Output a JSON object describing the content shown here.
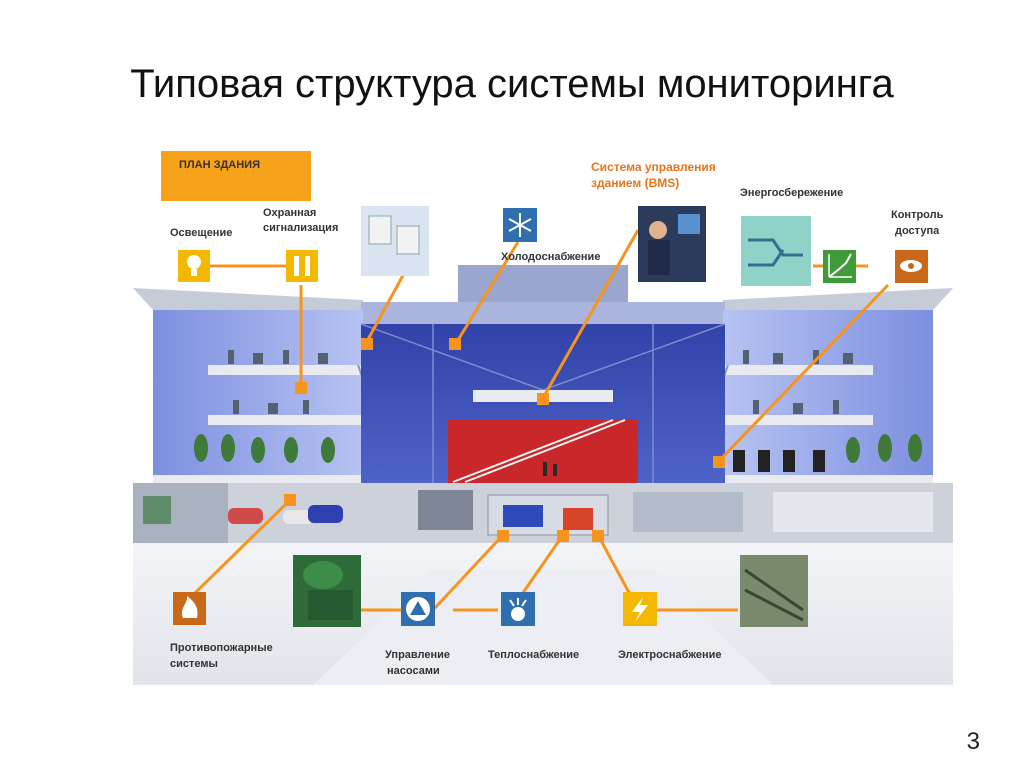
{
  "slide": {
    "title": "Типовая структура системы мониторинга",
    "page_number": "3"
  },
  "diagram": {
    "plan_label": "ПЛАН ЗДАНИЯ",
    "labels": {
      "lighting": "Освещение",
      "security_line1": "Охранная",
      "security_line2": "сигнализация",
      "cooling": "Холодоснабжение",
      "bms_line1": "Система управления",
      "bms_line2": "зданием (BMS)",
      "energy_saving": "Энергосбережение",
      "access_line1": "Контроль",
      "access_line2": "доступа",
      "fire_line1": "Противопожарные",
      "fire_line2": "системы",
      "pumps_line1": "Управление",
      "pumps_line2": "насосами",
      "heating": "Теплоснабжение",
      "power": "Электроснабжение"
    },
    "colors": {
      "accent_orange": "#f7941d",
      "icon_yellow": "#f5b800",
      "icon_brown": "#c8691a",
      "icon_blue": "#2f6fb0",
      "building_blue": "#3a4fb5",
      "stair_red": "#c8282a"
    }
  }
}
